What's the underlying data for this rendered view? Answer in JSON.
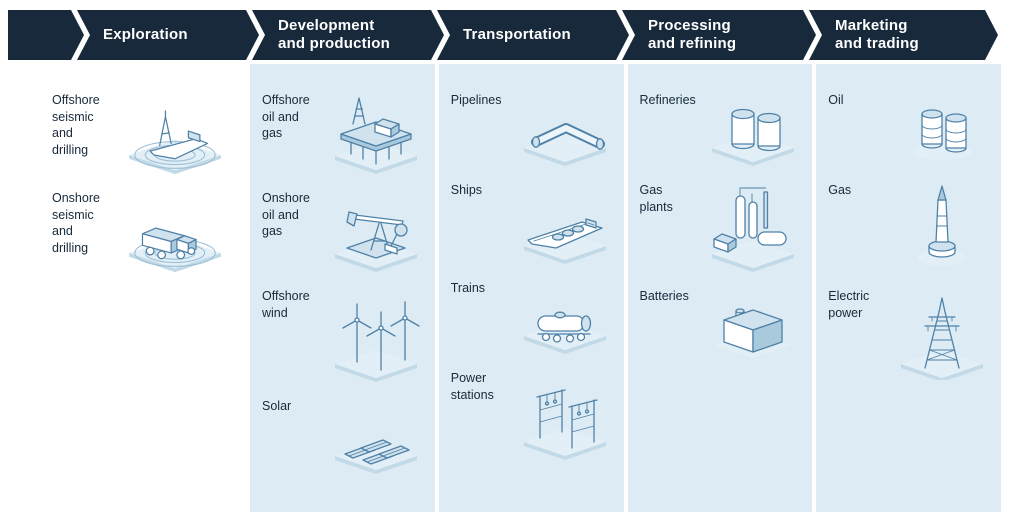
{
  "palette": {
    "header_bg": "#17293a",
    "header_text": "#ffffff",
    "column_bg": "#ddecf4",
    "first_column_bg": "#ffffff",
    "label_text": "#17293a",
    "illustration_stroke": "#4f81a7",
    "illustration_fill": "#cfe2ee"
  },
  "header": {
    "segments": [
      {
        "id": "lead",
        "label": ""
      },
      {
        "id": "exploration",
        "label": "Exploration"
      },
      {
        "id": "development-and-production",
        "label": "Development\nand production"
      },
      {
        "id": "transportation",
        "label": "Transportation"
      },
      {
        "id": "processing-and-refining",
        "label": "Processing\nand refining"
      },
      {
        "id": "marketing-and-trading",
        "label": "Marketing\nand trading"
      }
    ]
  },
  "columns": [
    {
      "id": "exploration",
      "items": [
        {
          "label": "Offshore seismic and drilling",
          "icon": "offshore-seismic-ship-icon"
        },
        {
          "label": "Onshore seismic and drilling",
          "icon": "onshore-seismic-truck-icon"
        }
      ]
    },
    {
      "id": "development-and-production",
      "items": [
        {
          "label": "Offshore oil and gas",
          "icon": "offshore-oil-gas-platform-icon"
        },
        {
          "label": "Onshore oil and gas",
          "icon": "onshore-oil-gas-pumpjack-icon"
        },
        {
          "label": "Offshore wind",
          "icon": "offshore-wind-turbines-icon"
        },
        {
          "label": "Solar",
          "icon": "solar-panels-icon"
        }
      ]
    },
    {
      "id": "transportation",
      "items": [
        {
          "label": "Pipelines",
          "icon": "pipelines-icon"
        },
        {
          "label": "Ships",
          "icon": "ship-tanker-icon"
        },
        {
          "label": "Trains",
          "icon": "train-tankcar-icon"
        },
        {
          "label": "Power stations",
          "icon": "power-stations-icon"
        }
      ]
    },
    {
      "id": "processing-and-refining",
      "items": [
        {
          "label": "Refineries",
          "icon": "refinery-tanks-icon"
        },
        {
          "label": "Gas plants",
          "icon": "gas-plant-icon"
        },
        {
          "label": "Batteries",
          "icon": "battery-icon"
        }
      ]
    },
    {
      "id": "marketing-and-trading",
      "items": [
        {
          "label": "Oil",
          "icon": "oil-barrels-icon"
        },
        {
          "label": "Gas",
          "icon": "gas-flare-icon"
        },
        {
          "label": "Electric power",
          "icon": "electricity-pylon-icon"
        }
      ]
    }
  ]
}
